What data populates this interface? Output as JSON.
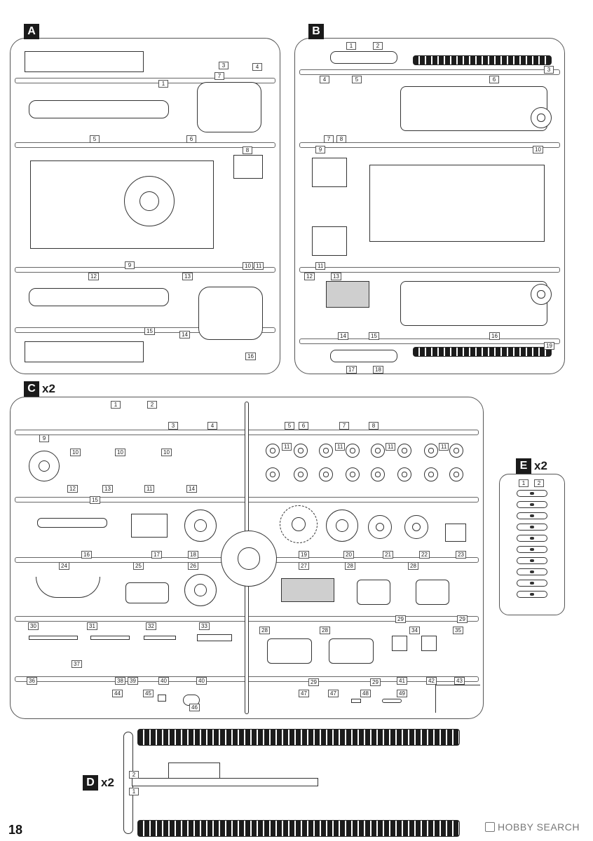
{
  "sprues": {
    "a": {
      "letter": "A",
      "multiplier": "",
      "part_numbers": [
        "1",
        "3",
        "4",
        "5",
        "6",
        "7",
        "8",
        "9",
        "10",
        "11",
        "12",
        "13",
        "14",
        "15",
        "16"
      ]
    },
    "b": {
      "letter": "B",
      "multiplier": "",
      "part_numbers": [
        "1",
        "2",
        "3",
        "4",
        "5",
        "6",
        "7",
        "8",
        "9",
        "10",
        "11",
        "12",
        "13",
        "14",
        "15",
        "16",
        "17",
        "18",
        "19"
      ]
    },
    "c": {
      "letter": "C",
      "multiplier": "x2",
      "part_numbers": [
        "1",
        "2",
        "3",
        "4",
        "5",
        "6",
        "7",
        "8",
        "9",
        "10",
        "10",
        "10",
        "11",
        "11",
        "11",
        "11",
        "11",
        "12",
        "13",
        "14",
        "15",
        "16",
        "17",
        "18",
        "19",
        "20",
        "21",
        "22",
        "23",
        "24",
        "25",
        "26",
        "27",
        "28",
        "28",
        "28",
        "28",
        "29",
        "29",
        "29",
        "29",
        "30",
        "31",
        "32",
        "33",
        "34",
        "35",
        "36",
        "37",
        "38",
        "39",
        "40",
        "40",
        "41",
        "42",
        "43",
        "44",
        "45",
        "46",
        "47",
        "47",
        "48",
        "49"
      ]
    },
    "e": {
      "letter": "E",
      "multiplier": "x2",
      "part_numbers": [
        "1",
        "2"
      ]
    },
    "d": {
      "letter": "D",
      "multiplier": "x2",
      "part_numbers": [
        "2",
        "1"
      ]
    }
  },
  "page_number": "18",
  "watermark": {
    "brand": "HOBBY SEARCH",
    "icon": "hobby-search-logo-icon"
  },
  "colors": {
    "line": "#333333",
    "label_bg": "#1a1a1a",
    "track": "#1c1c1c"
  }
}
